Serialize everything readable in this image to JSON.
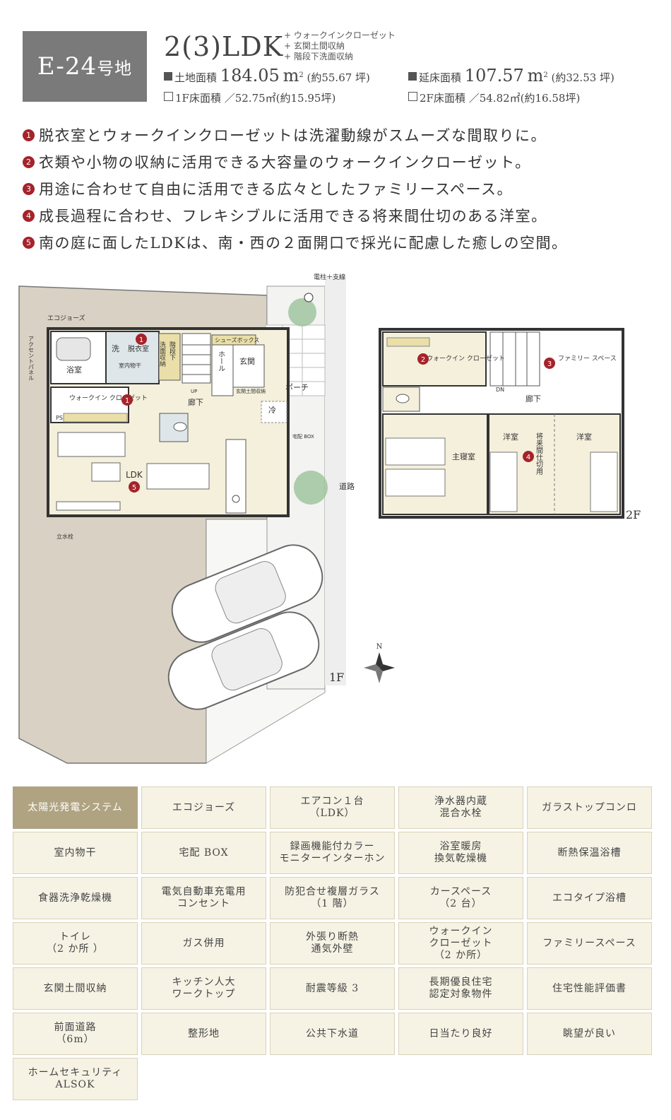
{
  "lot": {
    "name": "E-24",
    "suffix": "号地"
  },
  "layout": "2(3)LDK",
  "extras": [
    "+ ウォークインクローゼット",
    "+ 玄関土間収納",
    "+ 階段下洗面収納"
  ],
  "areas": {
    "land_label": "土地面積",
    "land_value": "184.05",
    "land_unit": "m",
    "land_sup": "2",
    "land_tsubo": "(約55.67 坪)",
    "floor_label": "延床面積",
    "floor_value": "107.57",
    "floor_unit": "m",
    "floor_sup": "2",
    "floor_tsubo": "(約32.53 坪)",
    "f1": "1F床面積 ／52.75㎡(約15.95坪)",
    "f2": "2F床面積 ／54.82㎡(約16.58坪)"
  },
  "features": [
    {
      "n": "1",
      "text": "脱衣室とウォークインクローゼットは洗濯動線がスムーズな間取りに。"
    },
    {
      "n": "2",
      "text": "衣類や小物の収納に活用できる大容量のウォークインクローゼット。"
    },
    {
      "n": "3",
      "text": "用途に合わせて自由に活用できる広々としたファミリースペース。"
    },
    {
      "n": "4",
      "text": "成長過程に合わせ、フレキシブルに活用できる将来間仕切のある洋室。"
    },
    {
      "n": "5",
      "text": "南の庭に面したLDKは、南・西の２面開口で採光に配慮した癒しの空間。"
    }
  ],
  "plan1f": {
    "eco": "エコジョーズ",
    "accent": "アクセントパネル",
    "bath": "浴室",
    "wash": "洗",
    "datsui": "脱衣室",
    "shitsunai": "室内物干",
    "senmen": "洗面収納",
    "kaidan": "階段下",
    "shoes": "シューズボックス",
    "hall": "ホール",
    "genkan": "玄関",
    "genkan_dama": "玄関土間収納",
    "porch": "ポーチ",
    "wic": "ウォークイン クローゼット",
    "ps": "PS",
    "up": "UP",
    "rouka": "廊下",
    "rei": "冷",
    "ldk": "LDK",
    "takuhai": "宅配 BOX",
    "road": "道路",
    "suisen": "立水栓",
    "pole": "電柱＋支線",
    "floor": "1F",
    "n1": "1",
    "n1b": "1",
    "n5": "5"
  },
  "plan2f": {
    "wic": "ウォークイン クローゼット",
    "family": "ファミリー スペース",
    "dn": "DN",
    "rouka": "廊下",
    "master": "主寝室",
    "yoshitsu_l": "洋室",
    "yoshitsu_r": "洋室",
    "future": "将来間仕切用",
    "floor": "2F",
    "n2": "2",
    "n3": "3",
    "n4": "4"
  },
  "compass": "N",
  "equipment": [
    {
      "label": "太陽光発電システム",
      "active": true
    },
    {
      "label": "エコジョーズ",
      "active": false
    },
    {
      "label": "エアコン１台\n（LDK）",
      "active": false
    },
    {
      "label": "浄水器内蔵\n混合水栓",
      "active": false
    },
    {
      "label": "ガラストップコンロ",
      "active": false
    },
    {
      "label": "室内物干",
      "active": false
    },
    {
      "label": "宅配 BOX",
      "active": false
    },
    {
      "label": "録画機能付カラー\nモニターインターホン",
      "active": false
    },
    {
      "label": "浴室暖房\n換気乾燥機",
      "active": false
    },
    {
      "label": "断熱保温浴槽",
      "active": false
    },
    {
      "label": "食器洗浄乾燥機",
      "active": false
    },
    {
      "label": "電気自動車充電用\nコンセント",
      "active": false
    },
    {
      "label": "防犯合せ複層ガラス\n（1 階）",
      "active": false
    },
    {
      "label": "カースペース\n（2 台）",
      "active": false
    },
    {
      "label": "エコタイプ浴槽",
      "active": false
    },
    {
      "label": "トイレ\n（2 か所 ）",
      "active": false
    },
    {
      "label": "ガス併用",
      "active": false
    },
    {
      "label": "外張り断熱\n通気外壁",
      "active": false
    },
    {
      "label": "ウォークイン\nクローゼット\n（2 か所）",
      "active": false
    },
    {
      "label": "ファミリースペース",
      "active": false
    },
    {
      "label": "玄関土間収納",
      "active": false
    },
    {
      "label": "キッチン人大\nワークトップ",
      "active": false
    },
    {
      "label": "耐震等級 3",
      "active": false
    },
    {
      "label": "長期優良住宅\n認定対象物件",
      "active": false
    },
    {
      "label": "住宅性能評価書",
      "active": false
    },
    {
      "label": "前面道路\n（6m）",
      "active": false
    },
    {
      "label": "整形地",
      "active": false
    },
    {
      "label": "公共下水道",
      "active": false
    },
    {
      "label": "日当たり良好",
      "active": false
    },
    {
      "label": "眺望が良い",
      "active": false
    },
    {
      "label": "ホームセキュリティ\nALSOK",
      "active": false
    }
  ]
}
